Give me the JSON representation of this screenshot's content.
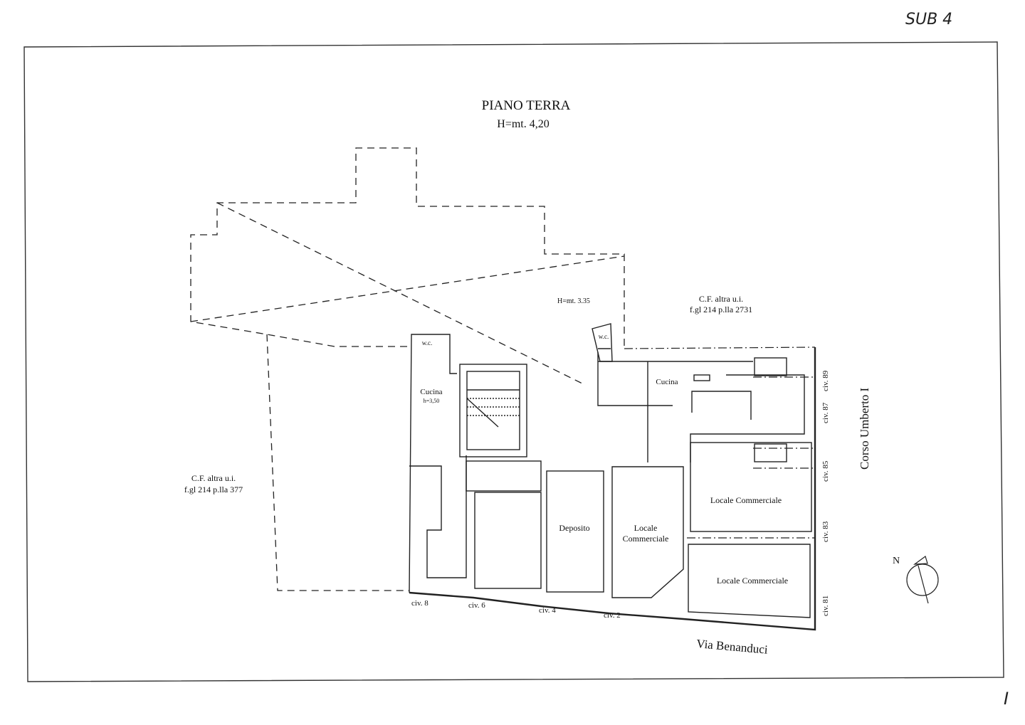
{
  "sheet": {
    "sub_label": "SUB 4",
    "page_mark": "I"
  },
  "header": {
    "title": "PIANO TERRA",
    "height": "H=mt. 4,20"
  },
  "labels": {
    "wc_height": "H=mt. 3.35",
    "neighbor_north": {
      "line1": "C.F.  altra u.i.",
      "line2": "f.gl 214 p.lla 2731"
    },
    "neighbor_west": {
      "line1": "C.F.  altra u.i.",
      "line2": "f.gl 214 p.lla 377"
    },
    "wc_left": "w.c.",
    "wc_right": "w.c.",
    "kitchen_left": "Cucina",
    "kitchen_left_height": "h=3,50",
    "kitchen_right": "Cucina",
    "deposit": "Deposito",
    "shop_center": {
      "line1": "Locale",
      "line2": "Commerciale"
    },
    "shop_upper": "Locale Commerciale",
    "shop_lower": "Locale Commerciale"
  },
  "street_numbers": {
    "south": [
      "civ. 8",
      "civ. 6",
      "civ. 4",
      "civ. 2"
    ],
    "east": [
      "civ. 81",
      "civ. 83",
      "civ. 85",
      "civ. 87",
      "civ. 89"
    ]
  },
  "streets": {
    "east": "Corso  Umberto I",
    "south": "Via  Benanduci"
  },
  "compass": {
    "label": "N"
  }
}
